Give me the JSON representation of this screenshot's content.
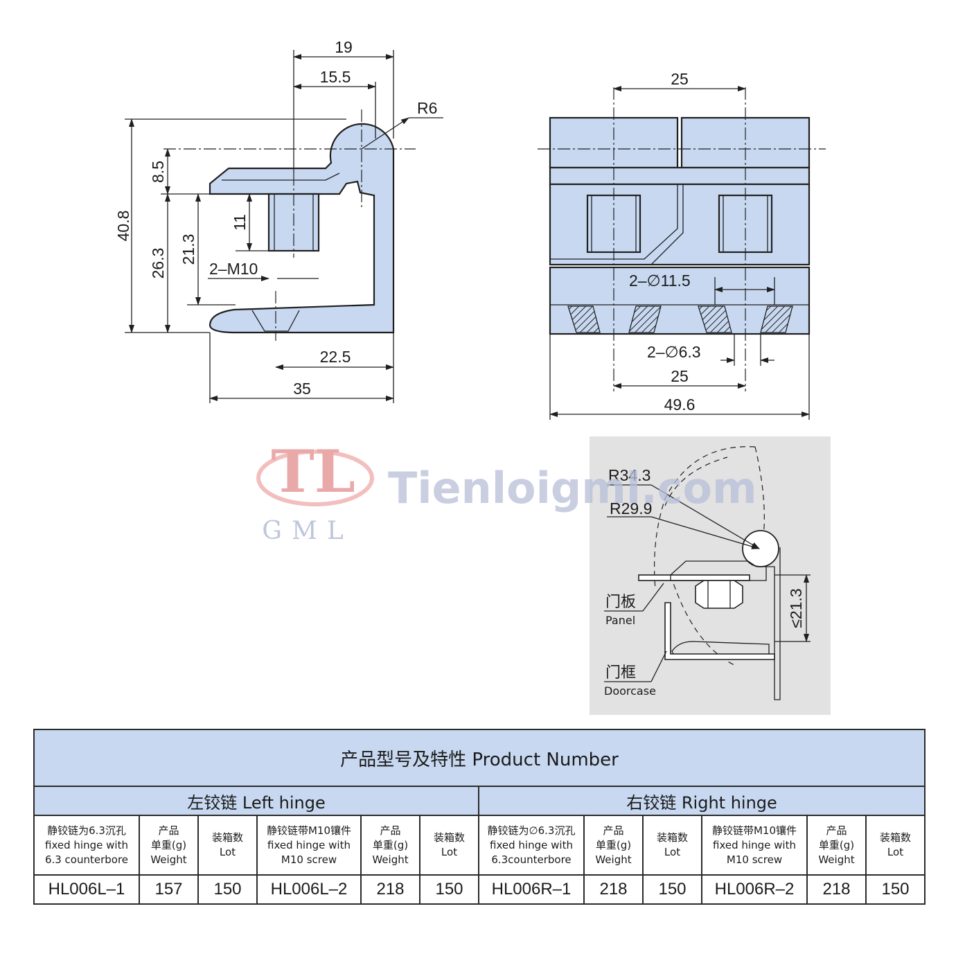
{
  "side_view": {
    "dims": {
      "d19": "19",
      "d15_5": "15.5",
      "r6": "R6",
      "d8_5": "8.5",
      "d40_8": "40.8",
      "d26_3": "26.3",
      "d21_3": "21.3",
      "d11": "11",
      "m10": "2–M10",
      "d22_5": "22.5",
      "d35": "35"
    }
  },
  "front_view": {
    "dims": {
      "d25_top": "25",
      "dia11_5": "2–∅11.5",
      "dia6_3": "2–∅6.3",
      "d25_bottom": "25",
      "d49_6": "49.6"
    }
  },
  "install_view": {
    "r34_3": "R34.3",
    "r29_9": "R29.9",
    "d21_3": "≤21.3",
    "panel_cn": "门板",
    "panel_en": "Panel",
    "doorcase_cn": "门框",
    "doorcase_en": "Doorcase",
    "bg_color": "#e2e2e2"
  },
  "watermark": {
    "logo": "TL",
    "sub": "GML",
    "site": "Tienloigml.com",
    "logo_color": "#e8a0a0",
    "site_color": "#b8c0d8"
  },
  "table": {
    "title": "产品型号及特性 Product Number",
    "left_group": "左铰链 Left hinge",
    "right_group": "右铰链 Right hinge",
    "headers": [
      [
        "静铰链为6.3沉孔",
        "fixed hinge with",
        "6.3 counterbore"
      ],
      [
        "产品",
        "单重(g)",
        "Weight"
      ],
      [
        "装箱数",
        "Lot"
      ],
      [
        "静铰链带M10镶件",
        "fixed hinge with",
        "M10 screw"
      ],
      [
        "产品",
        "单重(g)",
        "Weight"
      ],
      [
        "装箱数",
        "Lot"
      ],
      [
        "静铰链为∅6.3沉孔",
        "fixed hinge with",
        "6.3counterbore"
      ],
      [
        "产品",
        "单重(g)",
        "Weight"
      ],
      [
        "装箱数",
        "Lot"
      ],
      [
        "静铰链带M10镶件",
        "fixed hinge with",
        "M10 screw"
      ],
      [
        "产品",
        "单重(g)",
        "Weight"
      ],
      [
        "装箱数",
        "Lot"
      ]
    ],
    "values": [
      "HL006L–1",
      "157",
      "150",
      "HL006L–2",
      "218",
      "150",
      "HL006R–1",
      "218",
      "150",
      "HL006R–2",
      "218",
      "150"
    ]
  },
  "colors": {
    "part_fill": "#c7d8f0",
    "table_header": "#c7d8f0"
  }
}
